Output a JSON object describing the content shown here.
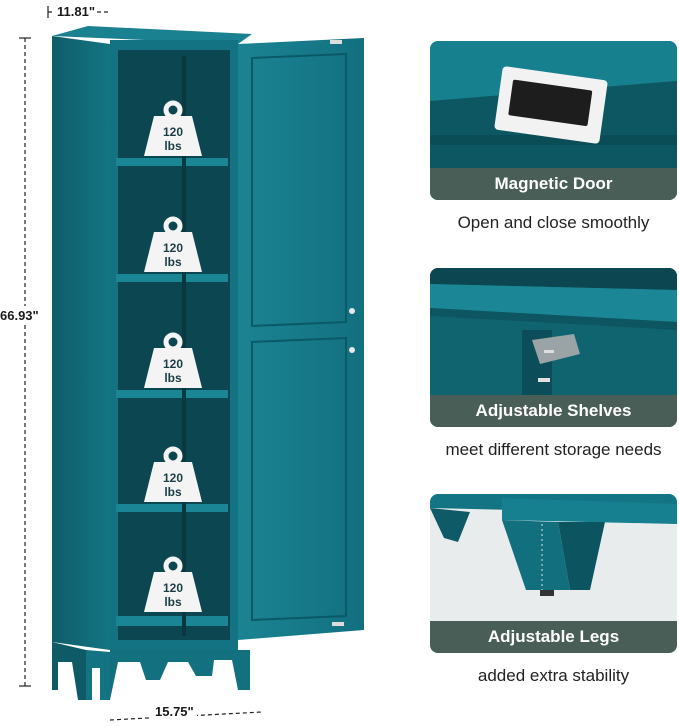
{
  "dimensions": {
    "depth": "11.81\"",
    "height": "66.93\"",
    "width": "15.75\""
  },
  "shelves": [
    {
      "weight": "120",
      "unit": "lbs"
    },
    {
      "weight": "120",
      "unit": "lbs"
    },
    {
      "weight": "120",
      "unit": "lbs"
    },
    {
      "weight": "120",
      "unit": "lbs"
    },
    {
      "weight": "120",
      "unit": "lbs"
    }
  ],
  "features": [
    {
      "title": "Magnetic Door",
      "caption": "Open and close smoothly"
    },
    {
      "title": "Adjustable Shelves",
      "caption": "meet different storage needs"
    },
    {
      "title": "Adjustable Legs",
      "caption": "added extra stability"
    }
  ],
  "colors": {
    "cabinet": "#146f7e",
    "cabinet_dark": "#0c4e5a",
    "label_bar": "#4a5e58"
  }
}
